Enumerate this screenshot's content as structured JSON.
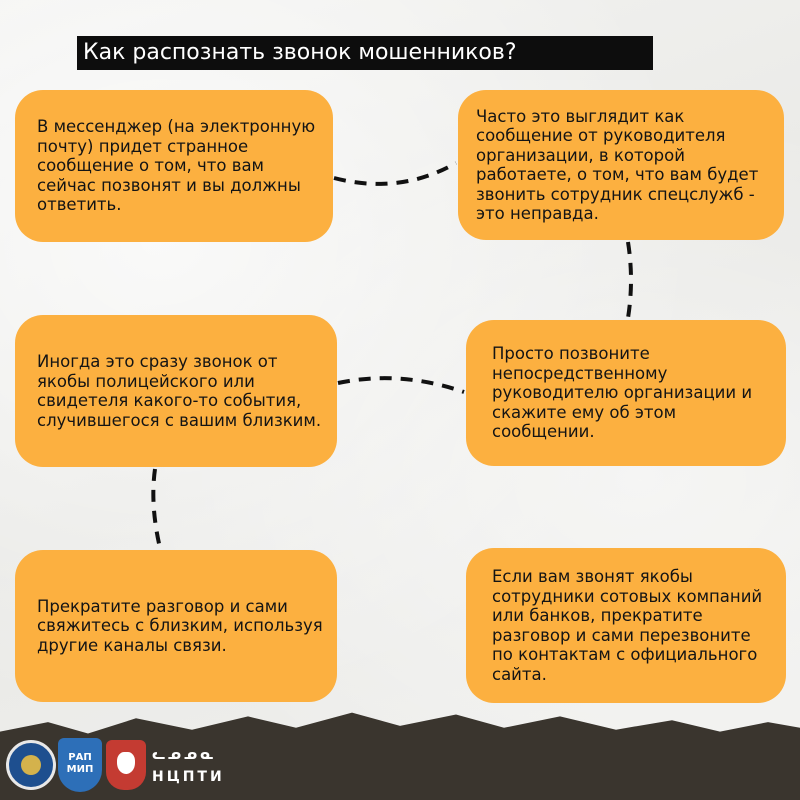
{
  "title": "Как распознать звонок мошенников?",
  "cards": [
    "В мессенджер (на электронную почту) придет странное сообщение о том, что вам сейчас позвонят и вы должны ответить.",
    "Часто это выглядит как сообщение от руководителя организации, в которой работаете, о том, что вам будет звонить сотрудник спецслужб - это неправда.",
    "Иногда это сразу звонок от якобы полицейского или свидетеля какого-то события, случившегося с вашим близким.",
    "Просто позвоните непосредственному руководителю организации и скажите ему об этом сообщении.",
    "Прекратите разговор и сами свяжитесь с близким, используя другие каналы связи.",
    "Если вам звонят якобы сотрудники сотовых компаний или банков, прекратите разговор и сами перезвоните по контактам с официального сайта."
  ],
  "logos": {
    "shield_text": "РАП МИП",
    "text_line1": "ᓚᓄᓄᓇ",
    "text_line2": "НЦПТИ"
  },
  "colors": {
    "card": "#fcb040",
    "title_bg": "#0d0d0d",
    "connector": "#111111"
  }
}
